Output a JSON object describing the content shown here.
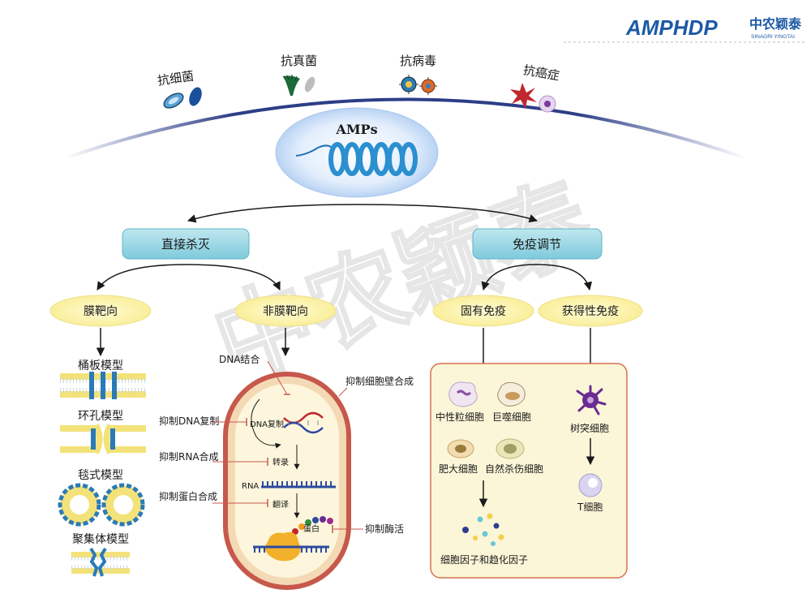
{
  "brand": {
    "logo_text": "AMPHDP",
    "company_cn": "中农颖泰",
    "company_en": "SINAGRI YINGTAI",
    "watermark": "中农颖泰"
  },
  "targets": [
    {
      "label": "抗细菌"
    },
    {
      "label": "抗真菌"
    },
    {
      "label": "抗病毒"
    },
    {
      "label": "抗癌症"
    }
  ],
  "center": {
    "label": "AMPs"
  },
  "branches": {
    "direct_kill": "直接杀灭",
    "immune_regulation": "免疫调节"
  },
  "sub_branches": {
    "membrane_targeting": "膜靶向",
    "non_membrane_targeting": "非膜靶向",
    "innate_immunity": "固有免疫",
    "adaptive_immunity": "获得性免疫"
  },
  "membrane_models": [
    {
      "label": "桶板模型"
    },
    {
      "label": "环孔模型"
    },
    {
      "label": "毯式模型"
    },
    {
      "label": "聚集体模型"
    }
  ],
  "non_membrane": {
    "dna_binding": "DNA结合",
    "inhibit_cell_wall": "抑制细胞壁合成",
    "inhibit_dna_replication": "抑制DNA复制",
    "inhibit_rna_synthesis": "抑制RNA合成",
    "inhibit_protein_synthesis": "抑制蛋白合成",
    "inhibit_enzyme": "抑制酶活",
    "dna_replication_label": "DNA复制",
    "transcription_label": "转录",
    "rna_label": "RNA",
    "translation_label": "翻译",
    "protein_label": "蛋白"
  },
  "immune": {
    "neutrophil": "中性粒细胞",
    "macrophage": "巨噬细胞",
    "mast_cell": "肥大细胞",
    "nk_cell": "自然杀伤细胞",
    "cytokines": "细胞因子和趋化因子",
    "dendritic_cell": "树突细胞",
    "t_cell": "T细胞"
  }
}
